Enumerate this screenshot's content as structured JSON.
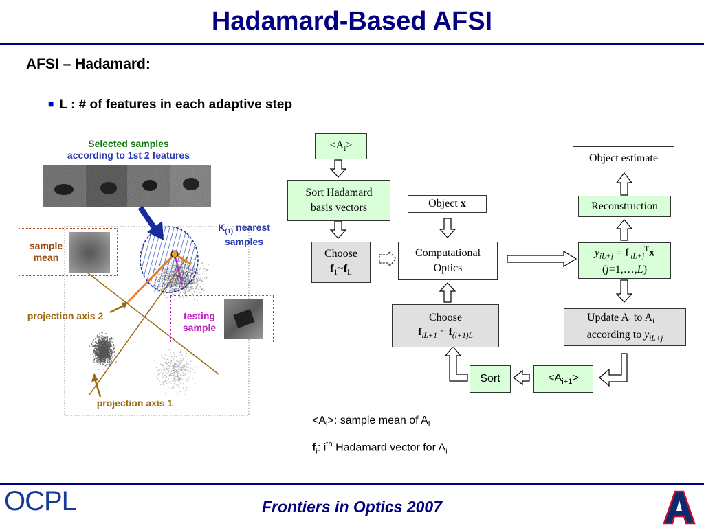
{
  "slide": {
    "title": "Hadamard-Based AFSI",
    "subtitle": "AFSI – Hadamard:",
    "bullet": "L : # of features in each adaptive step",
    "footer": "Frontiers in Optics 2007",
    "logo_left": "OCPL",
    "logo_right": "A"
  },
  "figure": {
    "selected_samples_line1": "Selected samples",
    "selected_samples_line2": "according to 1st 2  features",
    "sample_mean_line1": "sample",
    "sample_mean_line2": "mean",
    "k_nearest_line1": "K",
    "k_nearest_sub": "(1)",
    "k_nearest_rest": " nearest",
    "k_nearest_line2": "samples",
    "testing_line1": "testing",
    "testing_line2": "sample",
    "projection_axis_2": "projection axis 2",
    "projection_axis_1": "projection axis 1"
  },
  "flow": {
    "ai": {
      "pre": "<A",
      "sub": "i",
      "post": ">"
    },
    "sort_hadamard_line1": "Sort Hadamard",
    "sort_hadamard_line2": "basis vectors",
    "choose1": {
      "line1": "Choose",
      "f1": "f",
      "s1": "1",
      "tilde": "~",
      "fL": "f",
      "sL": "L"
    },
    "object_x": {
      "pre": "Object ",
      "x": "x"
    },
    "computational_line1": "Computational",
    "computational_line2": "Optics",
    "choose2": {
      "line1": "Choose",
      "f1": "f",
      "s1": "iL+1",
      "tilde": " ~ ",
      "f2": "f",
      "s2": "(i+1)L"
    },
    "y_box": {
      "y": "y",
      "ysub": "iL+j",
      "eq": " = ",
      "f": "f",
      "fsub": " iL+j",
      "sup": "T",
      "x": "x",
      "line2_pre": "(",
      "j": "j",
      "line2_post": "=1,…,",
      "L": "L",
      "close": ")"
    },
    "object_estimate": "Object estimate",
    "reconstruction": "Reconstruction",
    "update": {
      "pre": "Update A",
      "sub1": "i",
      "mid": " to A",
      "sub2": "i+1",
      "line2": "according to ",
      "y": "y",
      "ysub": "iL+j"
    },
    "ai1": {
      "pre": "<A",
      "sub": "i+1",
      "post": ">"
    },
    "sort": "Sort"
  },
  "legend": {
    "line1_pre": "<A",
    "line1_sub": "i",
    "line1_mid": ">: sample mean of A",
    "line1_sub2": "i",
    "line2_f": "f",
    "line2_sub": "i",
    "line2_mid": ": i",
    "line2_sup": "th",
    "line2_post": " Hadamard vector for A",
    "line2_sub2": "i"
  },
  "colors": {
    "title": "#000080",
    "green_box": "#d9ffd9",
    "gray_box": "#e0e0e0",
    "selected": "#0a7a0a",
    "knn": "#2a3ab0",
    "axis": "#9a6a10",
    "testing": "#c020c0"
  }
}
